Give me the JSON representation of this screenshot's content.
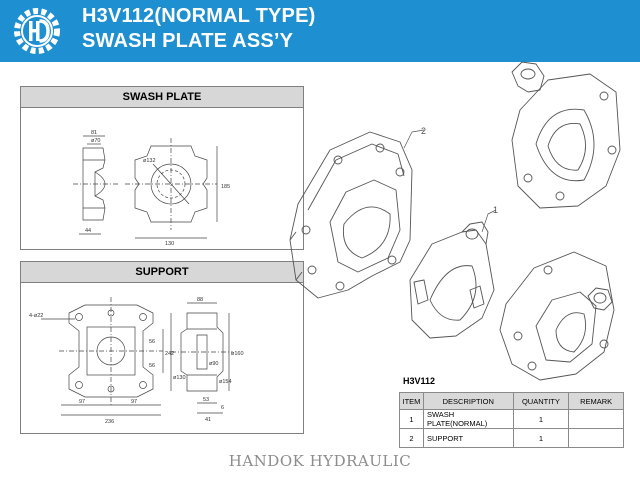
{
  "header": {
    "title_line1": "H3V112(NORMAL TYPE)",
    "title_line2": "SWASH PLATE ASS’Y",
    "color": "#1e8fd0"
  },
  "panels": {
    "swash_plate": {
      "title": "SWASH PLATE",
      "dims": [
        "81",
        "ø70",
        "ø132",
        "185",
        "44",
        "130"
      ]
    },
    "support": {
      "title": "SUPPORT",
      "dims": [
        "4-ø22",
        "88",
        "56",
        "56",
        "242",
        "97",
        "97",
        "236",
        "ø130",
        "ø90",
        "ø154",
        "ø160",
        "53",
        "41",
        "6"
      ]
    }
  },
  "callouts": [
    "2",
    "1"
  ],
  "bom": {
    "model": "H3V112",
    "headers": [
      "ITEM",
      "DESCRIPTION",
      "QUANTITY",
      "REMARK"
    ],
    "rows": [
      {
        "item": "1",
        "description": "SWASH PLATE(NORMAL)",
        "quantity": "1",
        "remark": ""
      },
      {
        "item": "2",
        "description": "SUPPORT",
        "quantity": "1",
        "remark": ""
      }
    ]
  },
  "footer": "HANDOK HYDRAULIC"
}
